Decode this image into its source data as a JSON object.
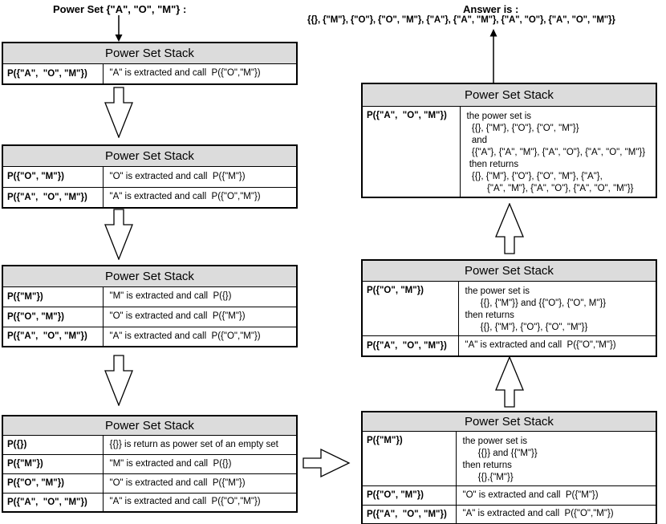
{
  "start_label": "Power Set {\"A\", \"O\", \"M\"} :",
  "answer": {
    "label": "Answer is :",
    "value": "{{}, {\"M\"}, {\"O\"}, {\"O\", \"M\"}, {\"A\"}, {\"A\", \"M\"}, {\"A\", \"O\"}, {\"A\", \"O\", \"M\"}}"
  },
  "tables": {
    "l1": {
      "title": "Power Set Stack",
      "rows": [
        {
          "frame": "P({\"A\",  \"O\", \"M\"})",
          "desc": "\"A\" is extracted and call  P({\"O\",\"M\"})"
        }
      ]
    },
    "l2": {
      "title": "Power Set Stack",
      "rows": [
        {
          "frame": "P({\"O\", \"M\"})",
          "desc": "\"O\" is extracted and call  P({\"M\"})"
        },
        {
          "frame": "P({\"A\",  \"O\", \"M\"})",
          "desc": "\"A\" is extracted and call  P({\"O\",\"M\"})"
        }
      ]
    },
    "l3": {
      "title": "Power Set Stack",
      "rows": [
        {
          "frame": "P({\"M\"})",
          "desc": "\"M\" is extracted and call  P({})"
        },
        {
          "frame": "P({\"O\", \"M\"})",
          "desc": "\"O\" is extracted and call  P({\"M\"})"
        },
        {
          "frame": "P({\"A\",  \"O\", \"M\"})",
          "desc": "\"A\" is extracted and call  P({\"O\",\"M\"})"
        }
      ]
    },
    "l4": {
      "title": "Power Set Stack",
      "rows": [
        {
          "frame": "P({})",
          "desc": "{{}} is return as power set of an empty set"
        },
        {
          "frame": "P({\"M\"})",
          "desc": "\"M\" is extracted and call  P({})"
        },
        {
          "frame": "P({\"O\", \"M\"})",
          "desc": "\"O\" is extracted and call  P({\"M\"})"
        },
        {
          "frame": "P({\"A\",  \"O\", \"M\"})",
          "desc": "\"A\" is extracted and call  P({\"O\",\"M\"})"
        }
      ]
    },
    "r1": {
      "title": "Power Set Stack",
      "rows": [
        {
          "frame": "P({\"A\",  \"O\", \"M\"})",
          "desc": "the power set is\n  {{}, {\"M\"}, {\"O\"}, {\"O\", \"M\"}}\n  and\n  {{\"A\"}, {\"A\", \"M\"}, {\"A\", \"O\"}, {\"A\", \"O\", \"M\"}}\n then returns\n  {{}, {\"M\"}, {\"O\"}, {\"O\", \"M\"}, {\"A\"},\n        {\"A\", \"M\"}, {\"A\", \"O\"}, {\"A\", \"O\", \"M\"}}"
        }
      ]
    },
    "r2": {
      "title": "Power Set Stack",
      "rows": [
        {
          "frame": "P({\"O\", \"M\"})",
          "desc": "the power set is\n      {{}, {\"M\"}} and {{\"O\"}, {\"O\", M\"}}\nthen returns\n      {{}, {\"M\"}, {\"O\"}, {\"O\", \"M\"}}"
        },
        {
          "frame": "P({\"A\",  \"O\", \"M\"})",
          "desc": "\"A\" is extracted and call  P({\"O\",\"M\"})"
        }
      ]
    },
    "r3": {
      "title": "Power Set Stack",
      "rows": [
        {
          "frame": "P({\"M\"})",
          "desc": "the power set is\n      {{}} and {{\"M\"}}\nthen returns\n      {{},{\"M\"}}"
        },
        {
          "frame": "P({\"O\", \"M\"})",
          "desc": "\"O\" is extracted and call  P({\"M\"})"
        },
        {
          "frame": "P({\"A\",  \"O\", \"M\"})",
          "desc": "\"A\" is extracted and call  P({\"O\",\"M\"})"
        }
      ]
    }
  }
}
